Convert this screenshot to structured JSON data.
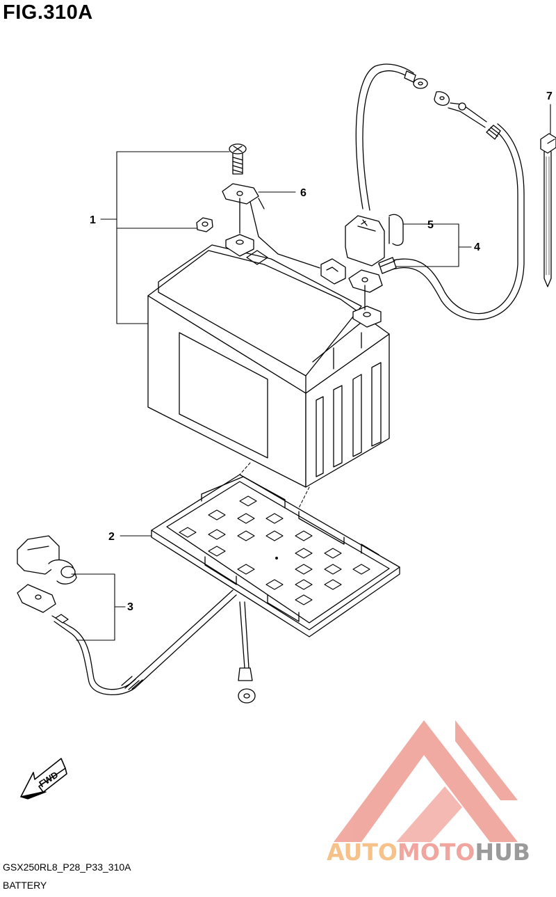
{
  "figure_title": "FIG.310A",
  "callouts": [
    {
      "number": "1",
      "part": "battery-assembly"
    },
    {
      "number": "2",
      "part": "battery-tray"
    },
    {
      "number": "3",
      "part": "negative-cable"
    },
    {
      "number": "4",
      "part": "positive-cable"
    },
    {
      "number": "5",
      "part": "terminal-cover"
    },
    {
      "number": "6",
      "part": "terminal-plate"
    },
    {
      "number": "7",
      "part": "cable-tie"
    }
  ],
  "fwd_label": "FWD",
  "model_code": "GSX250RL8_P28_P33_310A",
  "caption": "BATTERY",
  "watermark": {
    "word_part_1": "AUTO",
    "word_part_2": "MOTO",
    "word_part_3": "HUB",
    "colors": {
      "part_1": "#f7c28a",
      "part_2": "#f0a69e",
      "part_3": "#9a9a9a",
      "logo": "#f0a69e"
    }
  }
}
